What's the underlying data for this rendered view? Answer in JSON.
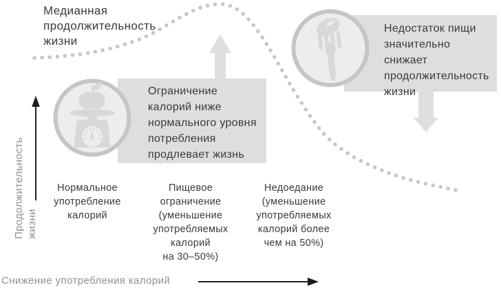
{
  "title": "Медианная\nпродолжительность\nжизни",
  "y_axis": {
    "label": "Продолжительность\nжизни"
  },
  "x_axis": {
    "label": "Снижение употребления калорий"
  },
  "callouts": {
    "restriction": {
      "text": "Ограничение\nкалорий ниже\nнормального уровня\nпотребления\nпродлевает жизнь",
      "icon": "kitchen-scale-icon",
      "arrow_direction": "up"
    },
    "malnutrition": {
      "text": "Недостаток пищи\nзначительно\nснижает\nпродолжительность\nжизни",
      "icon": "fork-icon",
      "arrow_direction": "down"
    }
  },
  "categories": [
    {
      "label": "Нормальное\nупотребление\nкалорий"
    },
    {
      "label": "Пищевое\nограничение\n(уменьшение\nупотребляемых\nкалорий\nна 30–50%)"
    },
    {
      "label": "Недоедание\n(уменьшение\nупотребляемых\nкалорий более\nчем на 50%)"
    }
  ],
  "curve": {
    "type": "line",
    "style": "dotted",
    "shape": "median lifespan rises from normal caloric intake, peaks under 30-50% dietary restriction, then falls sharply under malnutrition (>50% reduction)"
  },
  "colors": {
    "background": "#ffffff",
    "callout_bg": "#dedede",
    "big_arrow": "#dedede",
    "curve_dots": "#c5c8ca",
    "text_dark": "#3a3a3a",
    "text_gray": "#8f9193",
    "axis": "#1c1c1c",
    "icon_ring": "#c3c5c7",
    "icon_bg": "#ededee",
    "icon_glyph": "#d8d8d8"
  }
}
